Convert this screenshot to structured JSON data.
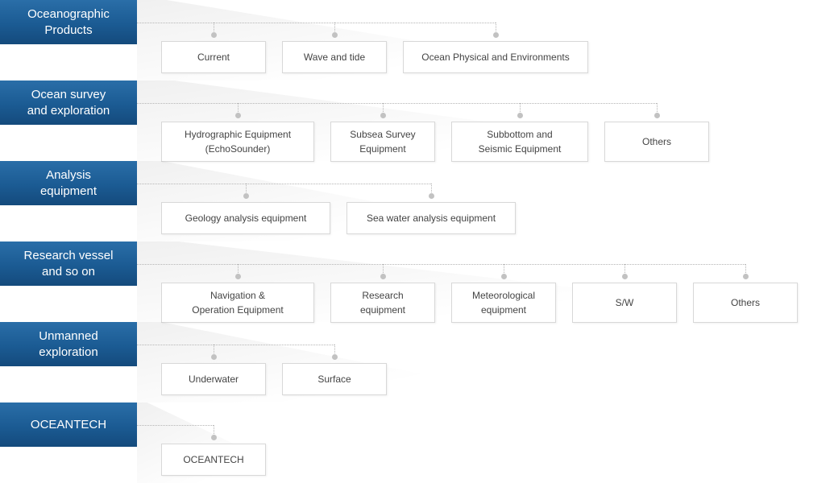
{
  "categories": [
    {
      "label": "Oceanographic\nProducts",
      "items": [
        "Current",
        "Wave and tide",
        "Ocean Physical and Environments"
      ]
    },
    {
      "label": "Ocean survey\nand exploration",
      "items": [
        "Hydrographic Equipment\n(EchoSounder)",
        "Subsea Survey\nEquipment",
        "Subbottom and\nSeismic Equipment",
        "Others"
      ]
    },
    {
      "label": "Analysis\nequipment",
      "items": [
        "Geology analysis equipment",
        "Sea water analysis equipment"
      ]
    },
    {
      "label": "Research vessel\nand so on",
      "items": [
        "Navigation &\nOperation Equipment",
        "Research\nequipment",
        "Meteorological\nequipment",
        "S/W",
        "Others"
      ]
    },
    {
      "label": "Unmanned\nexploration",
      "items": [
        "Underwater",
        "Surface"
      ]
    },
    {
      "label": "OCEANTECH",
      "items": [
        "OCEANTECH"
      ]
    }
  ],
  "colors": {
    "category_bg": "#1b5b93",
    "category_text": "#ffffff",
    "connector": "#b5b5b5",
    "box_border": "#d8d8d8"
  }
}
